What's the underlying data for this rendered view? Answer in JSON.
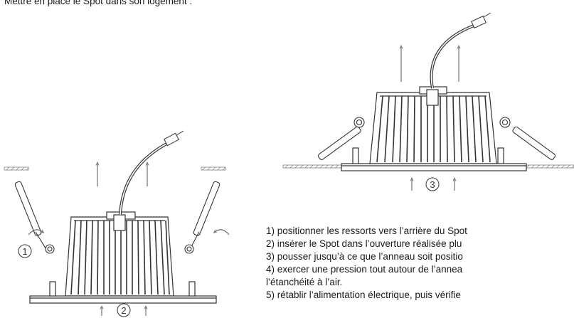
{
  "document": {
    "intro": "Mettre en place le Spot dans son logement :",
    "markers": {
      "m1": "1",
      "m2": "2",
      "m3": "3"
    },
    "steps": [
      "1) positionner les ressorts vers l’arrière du Spot",
      "2) insérer le Spot dans l’ouverture réalisée plu",
      "3) pousser jusqu’à ce que l’anneau soit positio",
      "4) exercer une pression tout autour de l’annea",
      "l’étanchéité à l’air.",
      "5) rétablir l’alimentation électrique, puis vérifie"
    ]
  }
}
